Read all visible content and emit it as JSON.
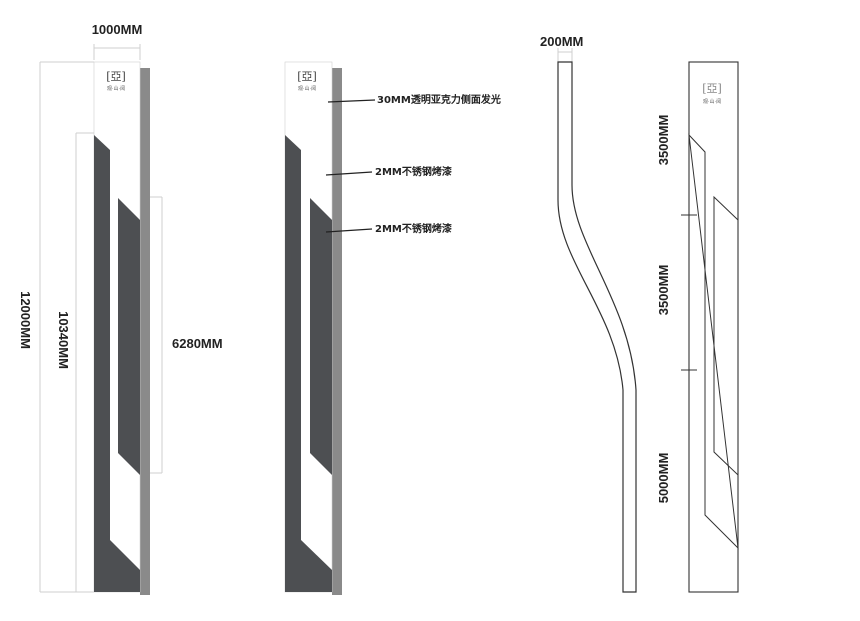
{
  "dimensions": {
    "width_top": "1000MM",
    "height_total": "12000MM",
    "height_inner": "10340MM",
    "height_panel": "6280MM",
    "thickness": "200MM",
    "seg_1": "3500MM",
    "seg_2": "3500MM",
    "seg_3": "5000MM"
  },
  "callouts": {
    "acrylic": "30MM透明亚克力侧面发光",
    "steel_1": "2MM不锈钢烤漆",
    "steel_2": "2MM不锈钢烤漆"
  },
  "logo": {
    "mark": "[亞]",
    "name": "观·山·阅"
  },
  "colors": {
    "dark_panel": "#4d4f52",
    "shadow": "#6b6b6b",
    "line": "#222222",
    "guide": "#cfcfcf"
  }
}
